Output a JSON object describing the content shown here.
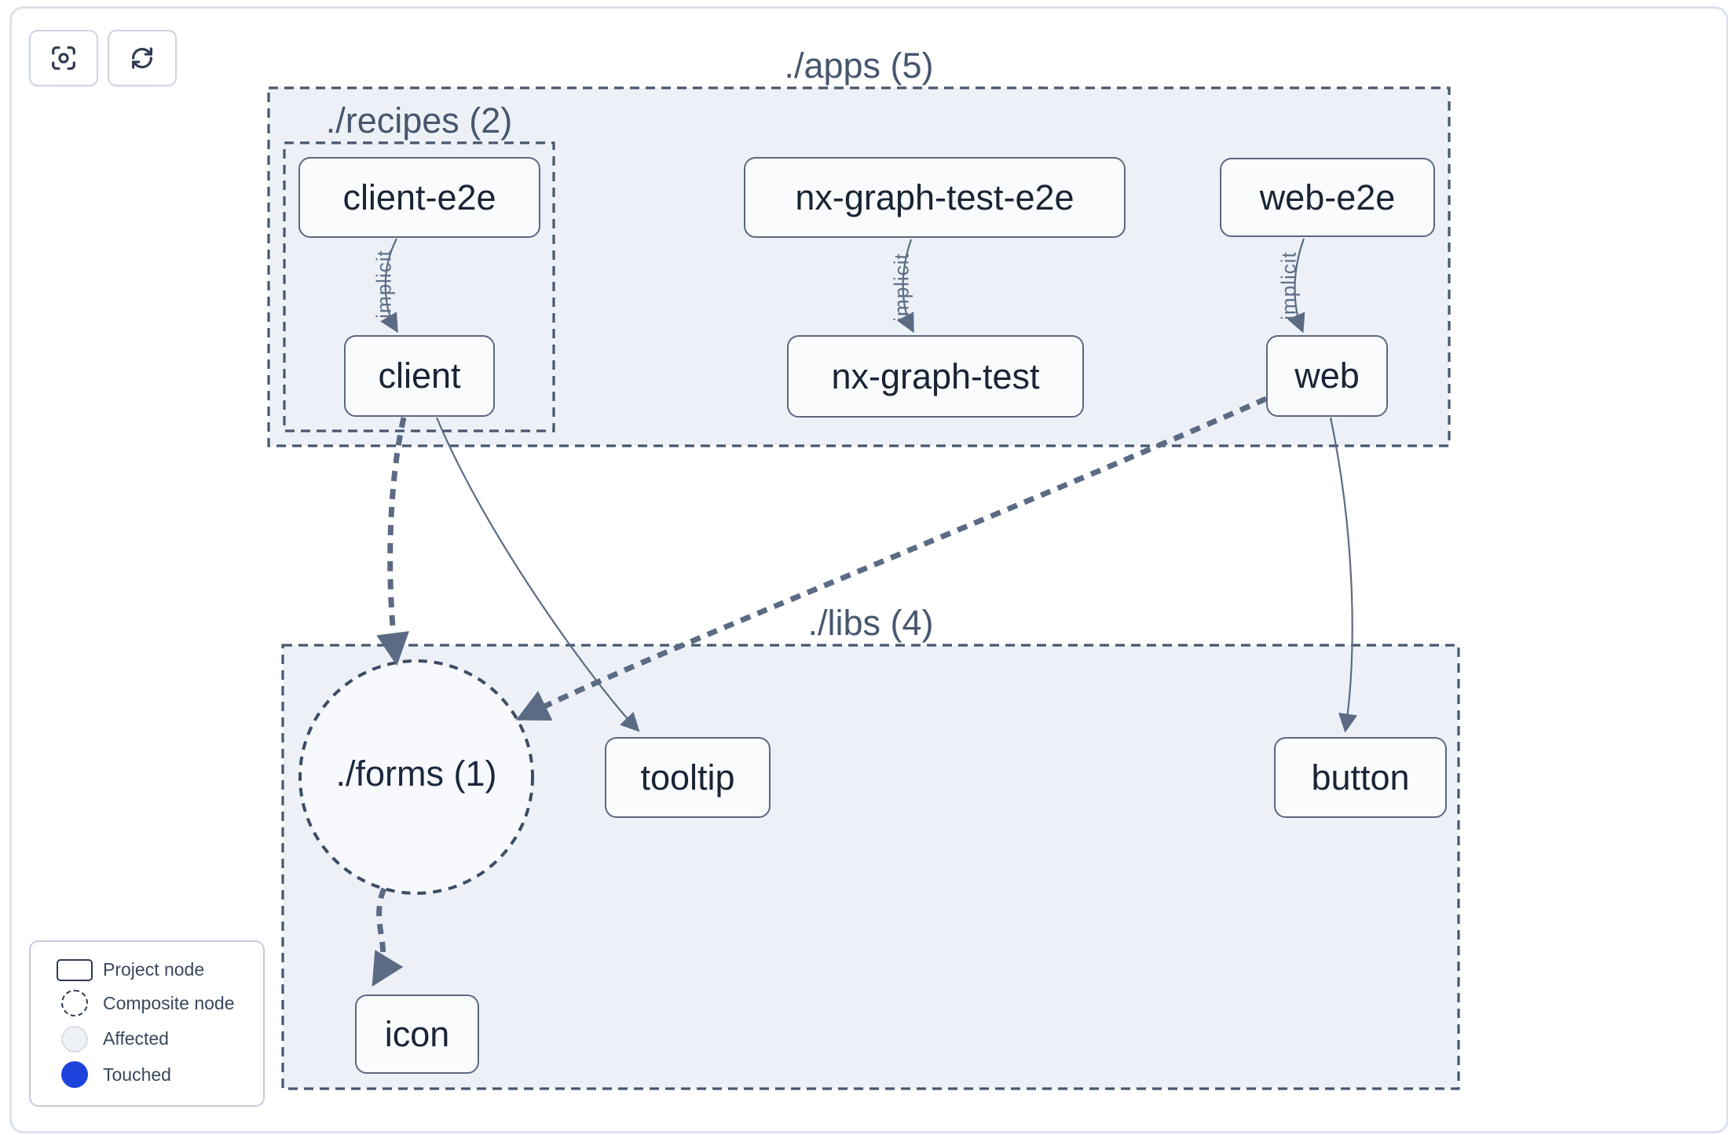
{
  "toolbar": {
    "buttons": [
      {
        "icon": "focus-icon",
        "action": "center-graph"
      },
      {
        "icon": "refresh-icon",
        "action": "refresh-graph"
      }
    ]
  },
  "groups": {
    "apps": {
      "label": "./apps (5)"
    },
    "recipes": {
      "label": "./recipes (2)"
    },
    "libs": {
      "label": "./libs (4)"
    },
    "forms": {
      "label": "./forms (1)",
      "shape": "composite-circle"
    }
  },
  "nodes": {
    "client_e2e": {
      "label": "client-e2e"
    },
    "nx_graph_test_e2e": {
      "label": "nx-graph-test-e2e"
    },
    "web_e2e": {
      "label": "web-e2e"
    },
    "client": {
      "label": "client"
    },
    "nx_graph_test": {
      "label": "nx-graph-test"
    },
    "web": {
      "label": "web"
    },
    "tooltip": {
      "label": "tooltip"
    },
    "button": {
      "label": "button"
    },
    "icon": {
      "label": "icon"
    }
  },
  "edges": [
    {
      "from": "client-e2e",
      "to": "client",
      "label": "implicit",
      "style": "thin-solid"
    },
    {
      "from": "nx-graph-test-e2e",
      "to": "nx-graph-test",
      "label": "implicit",
      "style": "thin-solid"
    },
    {
      "from": "web-e2e",
      "to": "web",
      "label": "implicit",
      "style": "thin-solid"
    },
    {
      "from": "client",
      "to": "./forms",
      "label": "",
      "style": "thick-dashed"
    },
    {
      "from": "client",
      "to": "tooltip",
      "label": "",
      "style": "thin-solid"
    },
    {
      "from": "web",
      "to": "./forms",
      "label": "",
      "style": "thick-dashed"
    },
    {
      "from": "web",
      "to": "button",
      "label": "",
      "style": "thin-solid"
    },
    {
      "from": "./forms",
      "to": "icon",
      "label": "",
      "style": "thick-dashed"
    }
  ],
  "legend": {
    "items": [
      {
        "label": "Project node",
        "swatch": "project-rect-swatch"
      },
      {
        "label": "Composite node",
        "swatch": "composite-circle-swatch"
      },
      {
        "label": "Affected",
        "swatch": "affected-circle-swatch"
      },
      {
        "label": "Touched",
        "swatch": "touched-circle-swatch"
      }
    ],
    "touched_color": "#1d43dd"
  },
  "colors": {
    "container_fill": "#edf1f7",
    "container_border": "#47566e",
    "node_fill": "#fafbfd",
    "node_border": "#5c6880",
    "node_text": "#192435",
    "edge": "#5b6b84",
    "group_label": "#47566e",
    "touched_blue": "#1d43dd"
  }
}
